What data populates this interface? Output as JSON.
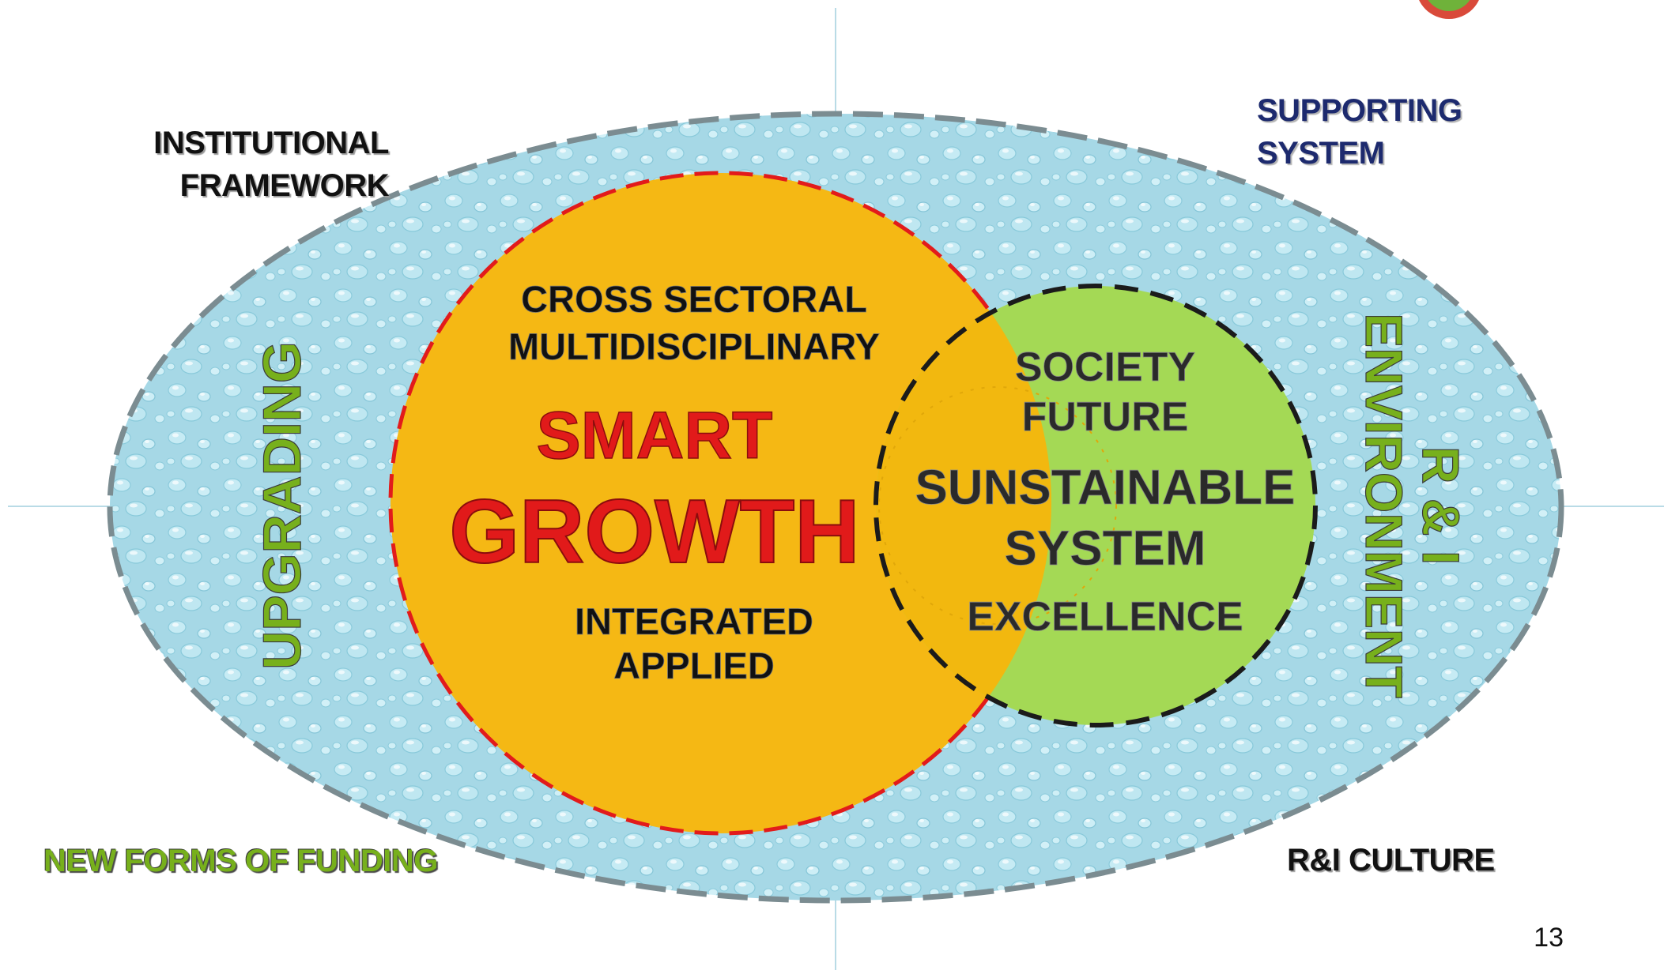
{
  "labels": {
    "institutional_framework": [
      "INSTITUTIONAL",
      "FRAMEWORK"
    ],
    "supporting_system": [
      "SUPPORTING",
      "SYSTEM"
    ],
    "new_forms_of_funding": "NEW FORMS OF FUNDING",
    "ri_culture": "R&I CULTURE",
    "upgrading": "UPGRADING",
    "ri_environment": [
      "R & I",
      "ENVIRONMENT"
    ]
  },
  "smart_growth": {
    "top": [
      "CROSS SECTORAL",
      "MULTIDISCIPLINARY"
    ],
    "title": [
      "SMART",
      "GROWTH"
    ],
    "bottom": [
      "INTEGRATED",
      "APPLIED"
    ]
  },
  "sustainable": {
    "top": [
      "SOCIETY",
      "FUTURE"
    ],
    "title": [
      "SUNSTAINABLE",
      "SYSTEM"
    ],
    "bottom": "EXCELLENCE"
  },
  "page_number": "13",
  "colors": {
    "ellipse_fill": "#a9dbe8",
    "ellipse_border": "#7b8c91",
    "smart_circle_fill": "#f5b814",
    "smart_circle_border": "#e21b1b",
    "sustain_circle_fill": "#a4d955",
    "sustain_circle_border": "#1b1b1b",
    "smart_text": "#e11a1a",
    "green_text": "#77b01c"
  }
}
